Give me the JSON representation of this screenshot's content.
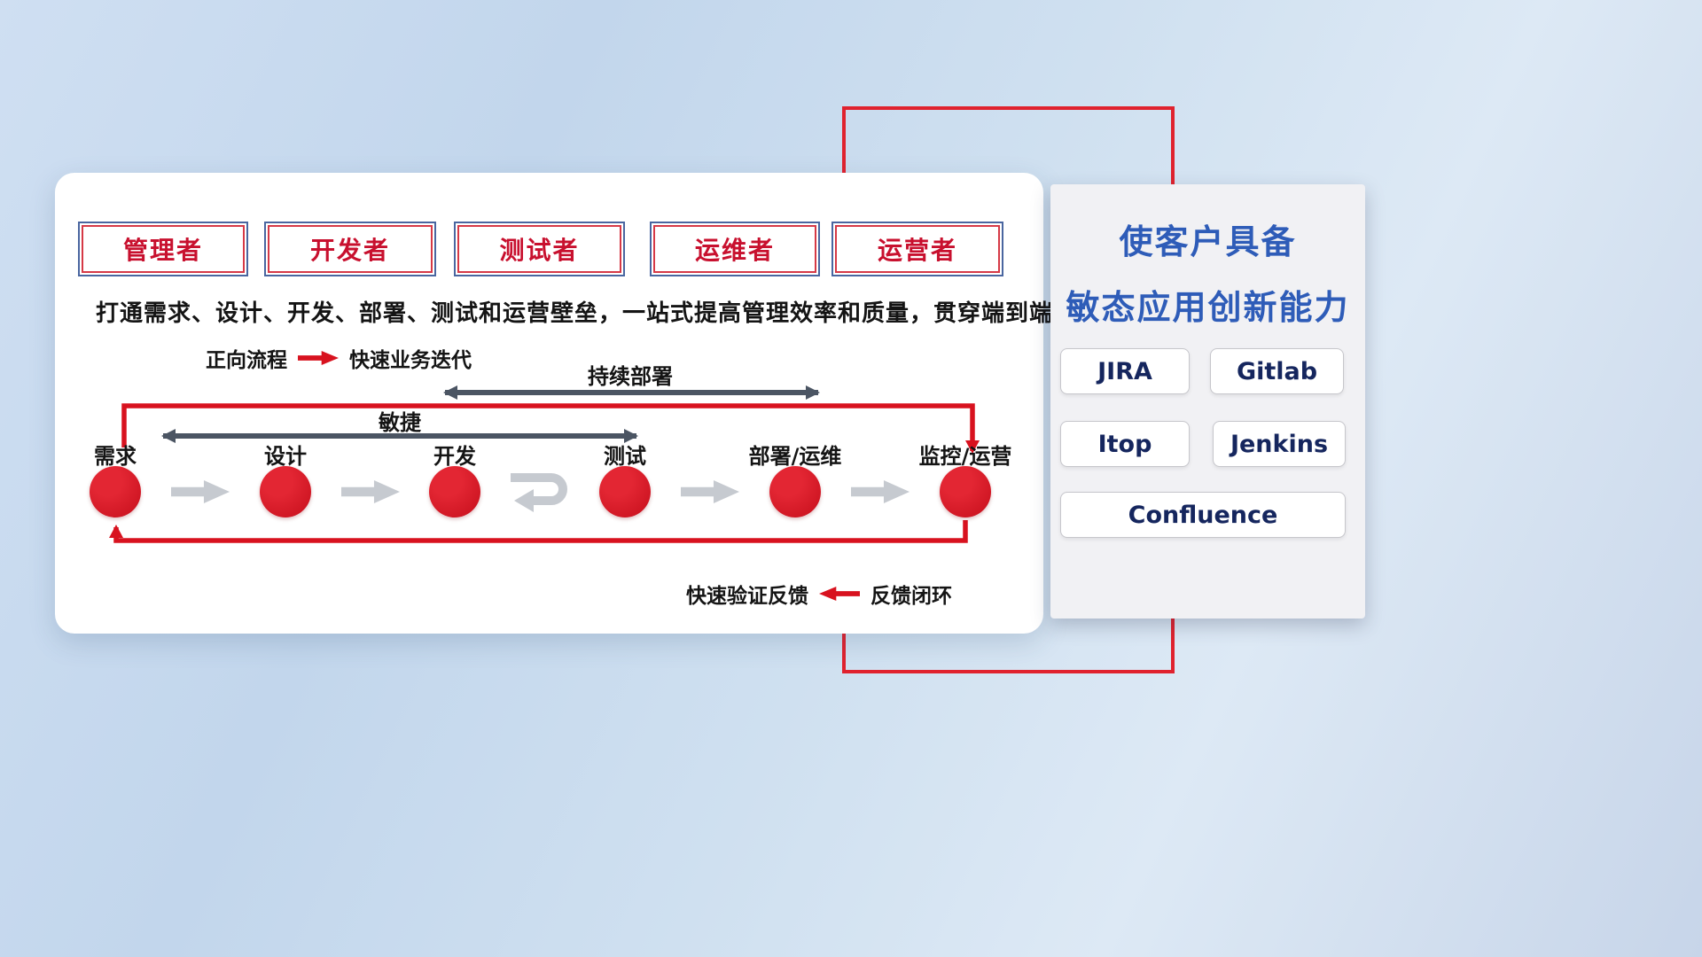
{
  "colors": {
    "accent_red": "#d8121f",
    "frame_red": "#e0222e",
    "title_blue": "#2e5cb8",
    "role_text_red": "#c8102e",
    "role_border_blue": "#4a66a0",
    "dark_arrow_gray": "#4b5563",
    "flow_arrow_gray": "#c6cad0",
    "tool_text_navy": "#15265e"
  },
  "roles": [
    "管理者",
    "开发者",
    "测试者",
    "运维者",
    "运营者"
  ],
  "subtitle": "打通需求、设计、开发、部署、测试和运营壁垒，一站式提高管理效率和质量，贯穿端到端全流程",
  "legend_forward": {
    "label": "正向流程",
    "desc": "快速业务迭代"
  },
  "flow": {
    "stages": [
      "需求",
      "设计",
      "开发",
      "测试",
      "部署/运维",
      "监控/运营"
    ],
    "agile_label": "敏捷",
    "continuous_deploy_label": "持续部署"
  },
  "legend_feedback": {
    "desc": "快速验证反馈",
    "label": "反馈闭环"
  },
  "right_panel": {
    "title_line1": "使客户具备",
    "title_line2": "敏态应用创新能力",
    "tools": [
      "JIRA",
      "Gitlab",
      "Itop",
      "Jenkins",
      "Confluence"
    ]
  }
}
